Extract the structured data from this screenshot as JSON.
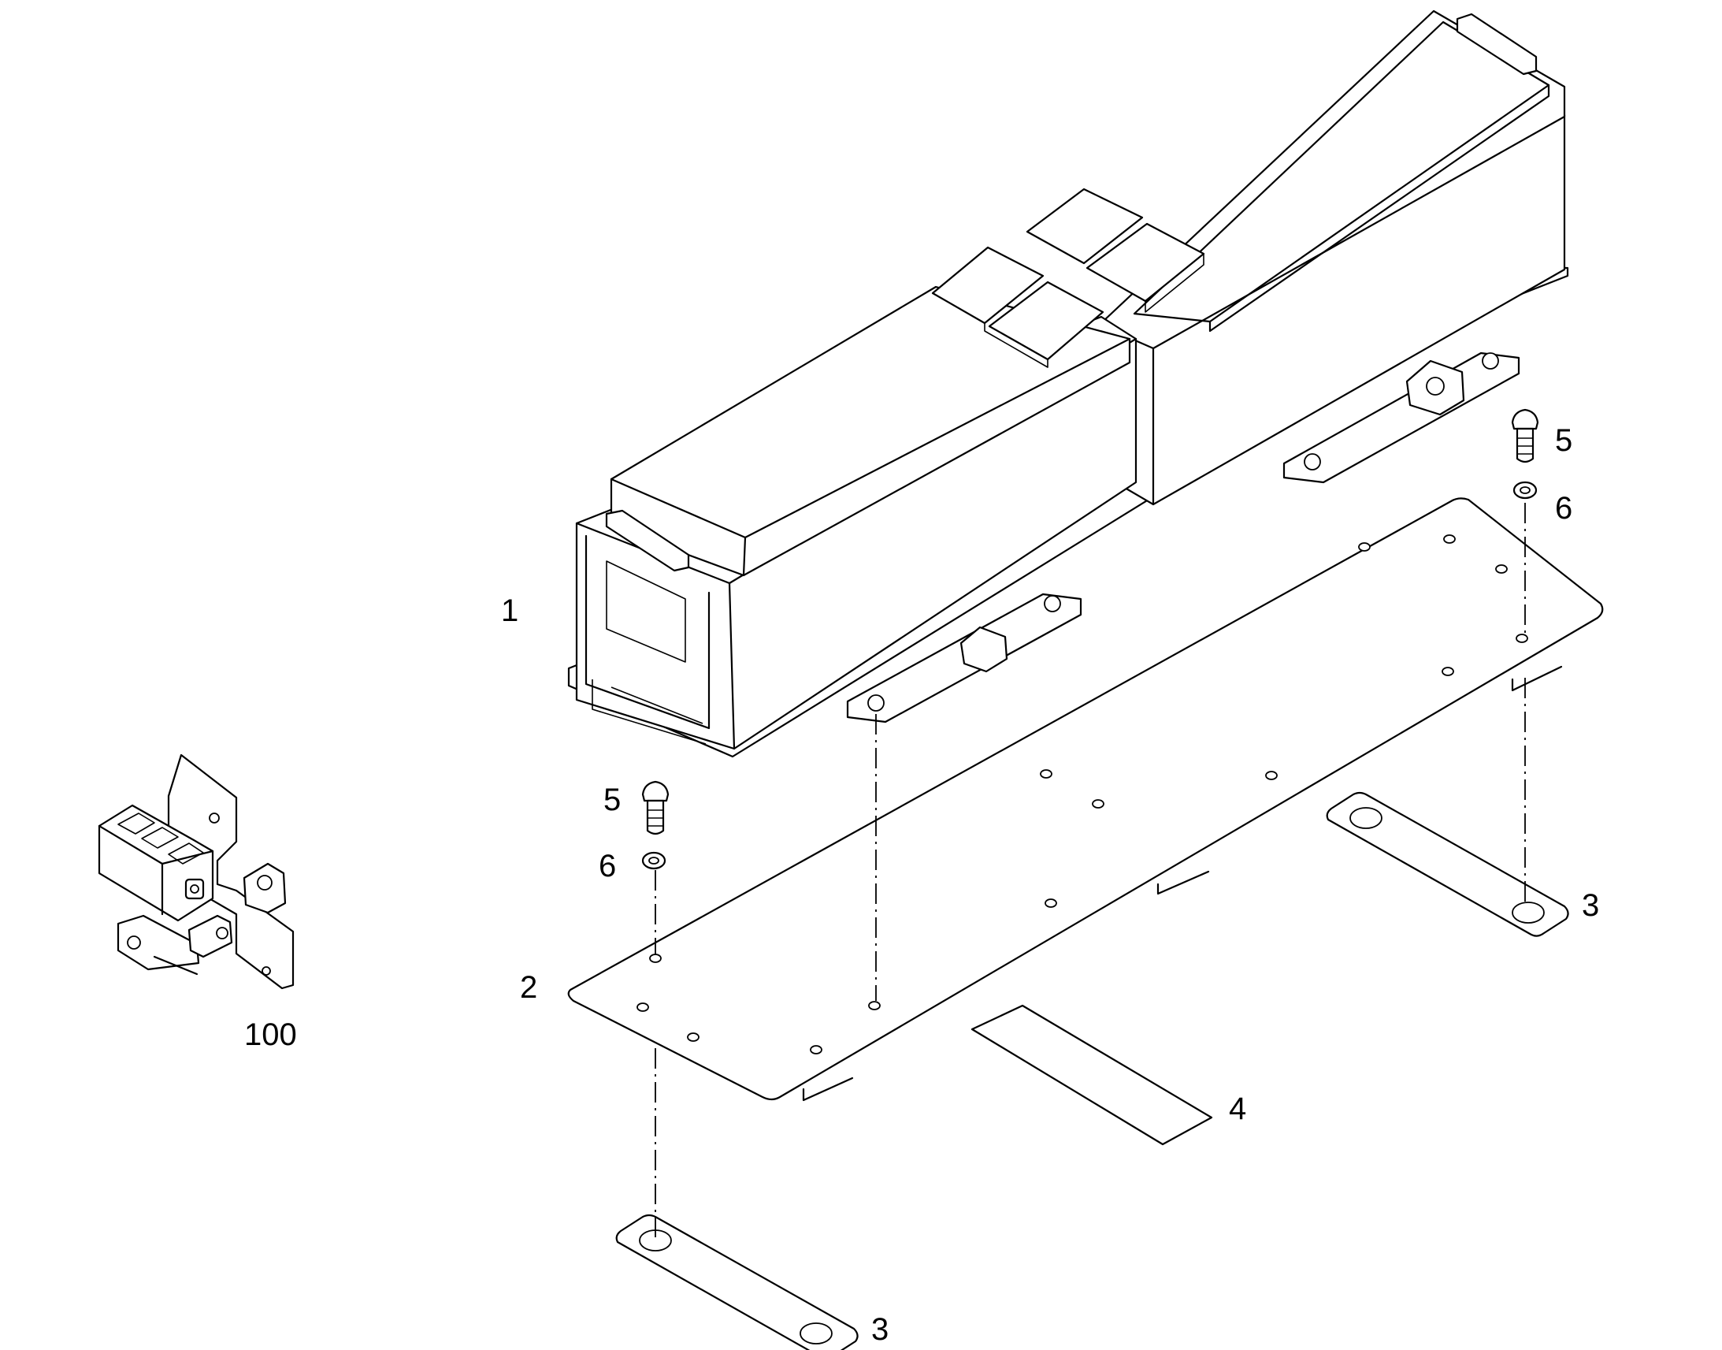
{
  "callouts": {
    "battery_box": "1",
    "base_plate": "2",
    "clamp_strip_right": "3",
    "clamp_strip_bottom": "3",
    "rubber_pad": "4",
    "bolt_right": "5",
    "bolt_left": "5",
    "washer_right": "6",
    "washer_left": "6",
    "switch_assembly": "100"
  }
}
